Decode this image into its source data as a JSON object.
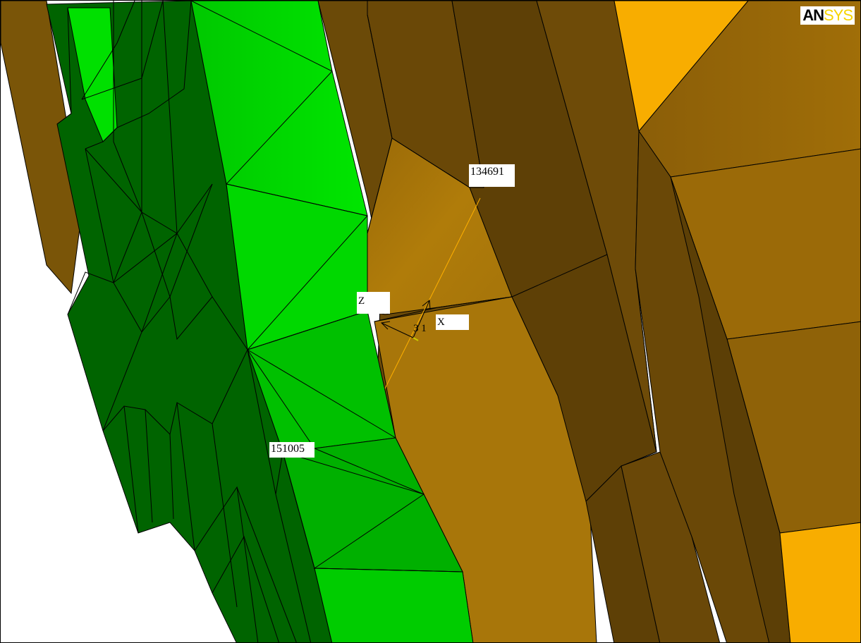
{
  "logo": {
    "an": "AN",
    "sys": "SYS"
  },
  "node_labels": {
    "top": "134691",
    "bottom": "151005"
  },
  "triad": {
    "z_label": "Z",
    "x_label": "X",
    "triad_id": "3 1"
  },
  "colors": {
    "background": "#ffffff",
    "dark_green": "#006400",
    "bright_green": "#00dd00",
    "medium_green": "#00b400",
    "dark_brown": "#6b4a08",
    "medium_brown": "#8a5f0a",
    "tan": "#b07c0a",
    "orange": "#f8ad00",
    "edge": "#000000",
    "triad_line": "#ffb000"
  }
}
